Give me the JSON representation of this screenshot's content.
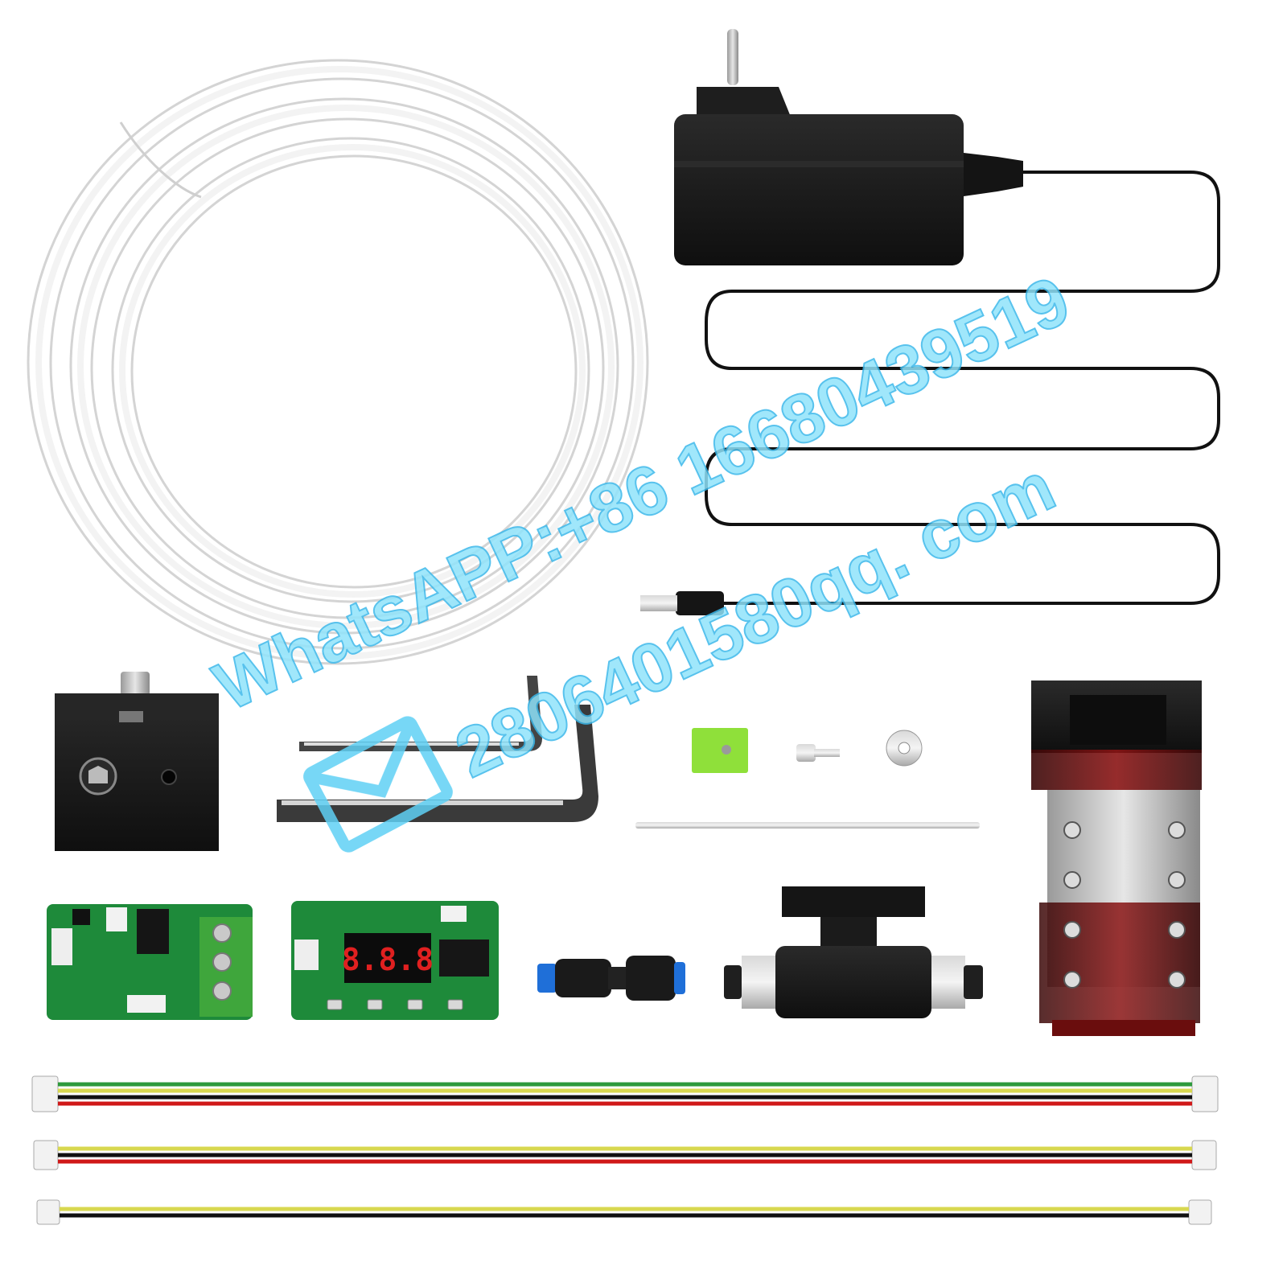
{
  "display": {
    "reading": "8.8.8"
  },
  "watermark": {
    "line1": "WhatsAPP:+86 16680439519",
    "line2": "2806401580qq. com",
    "color": "#5fd0f5",
    "icon": "mail-icon"
  },
  "colors": {
    "background": "#ffffff",
    "pcb_green": "#1e8a3a",
    "terminal_green": "#3fa63c",
    "display_red": "#e02020",
    "adapter_black": "#1b1b1b",
    "laser_red_tint": "#7a1010",
    "wire_green": "#2d9a3c",
    "wire_yellow": "#d8d850",
    "wire_red": "#d01818",
    "wire_black": "#111111",
    "accent_green_pad": "#8fe03a",
    "push_fitting_blue": "#1f6fd8"
  },
  "items": [
    "clear-air-tube",
    "power-adapter",
    "air-assist-nozzle",
    "hex-keys",
    "spacer-block",
    "screw",
    "washer",
    "steel-rod",
    "laser-module",
    "power-pcb",
    "display-controller-pcb",
    "push-fit-connector",
    "ball-valve",
    "wire-harness-1",
    "wire-harness-2",
    "wire-harness-3"
  ]
}
